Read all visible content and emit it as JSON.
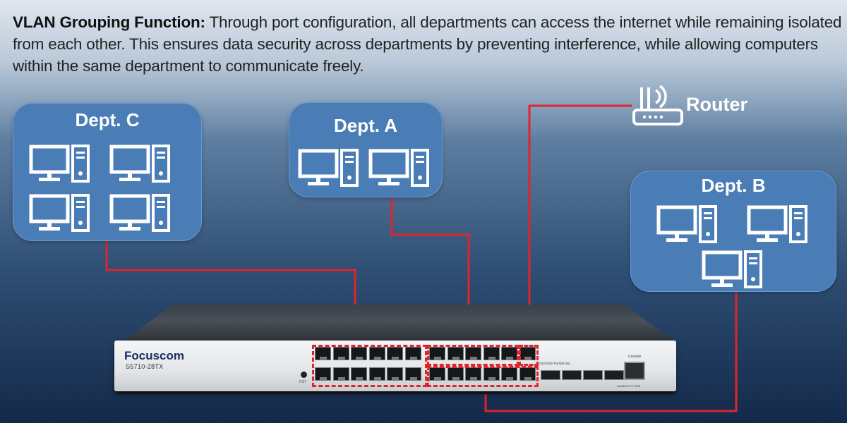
{
  "intro": {
    "title": "VLAN Grouping Function:",
    "body": " Through port configuration, all departments can access the internet while remaining isolated from each other. This ensures data security across departments by preventing interference, while allowing computers within the same department to communicate freely."
  },
  "departments": {
    "c": {
      "title": "Dept. C",
      "computers": 4
    },
    "a": {
      "title": "Dept. A",
      "computers": 2
    },
    "b": {
      "title": "Dept. B",
      "computers": 3
    }
  },
  "router": {
    "label": "Router"
  },
  "switch": {
    "brand": "Focuscom",
    "model": "S5710-28TX",
    "rst_label": "RST",
    "sfp_label": "GE/10GE Port(25-28)",
    "console_label": "Console",
    "led_label": "ALARM SYS PWR"
  },
  "colors": {
    "dept_box": "#4a7db6",
    "link_line": "#e0242c",
    "vlan_dash": "#e0242c"
  }
}
